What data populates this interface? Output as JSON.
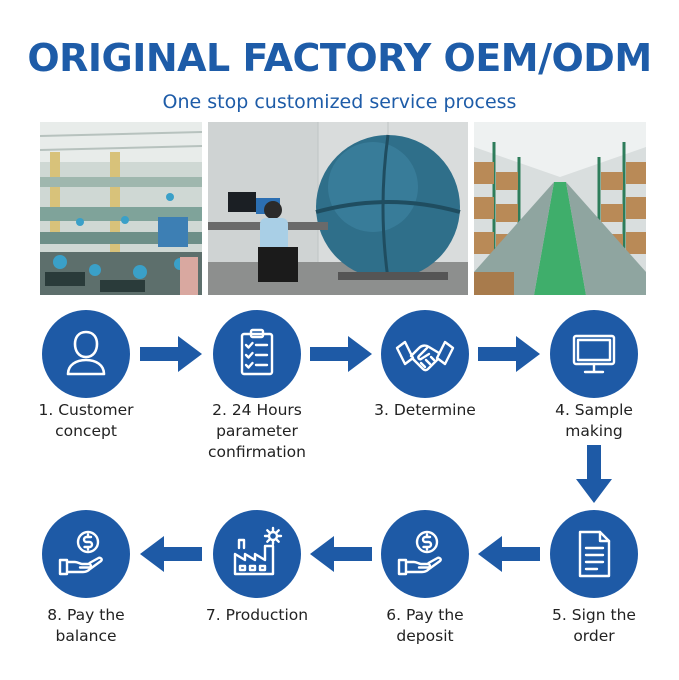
{
  "header": {
    "title": "ORIGINAL FACTORY OEM/ODM",
    "subtitle": "One stop customized service process"
  },
  "colors": {
    "brand_blue": "#1e5aa6",
    "text_dark": "#222222"
  },
  "steps": [
    {
      "label_lines": [
        "1. Customer",
        "concept"
      ],
      "icon": "person-icon"
    },
    {
      "label_lines": [
        "2. 24 Hours",
        "parameter",
        "confirmation"
      ],
      "icon": "checklist-icon"
    },
    {
      "label_lines": [
        "3. Determine"
      ],
      "icon": "handshake-icon"
    },
    {
      "label_lines": [
        "4. Sample",
        "making"
      ],
      "icon": "monitor-icon"
    },
    {
      "label_lines": [
        "5. Sign the",
        "order"
      ],
      "icon": "document-icon"
    },
    {
      "label_lines": [
        "6. Pay the",
        "deposit"
      ],
      "icon": "coin-hand-icon"
    },
    {
      "label_lines": [
        "7. Production"
      ],
      "icon": "factory-gear-icon"
    },
    {
      "label_lines": [
        "8. Pay the",
        "balance"
      ],
      "icon": "coin-hand-icon"
    }
  ]
}
